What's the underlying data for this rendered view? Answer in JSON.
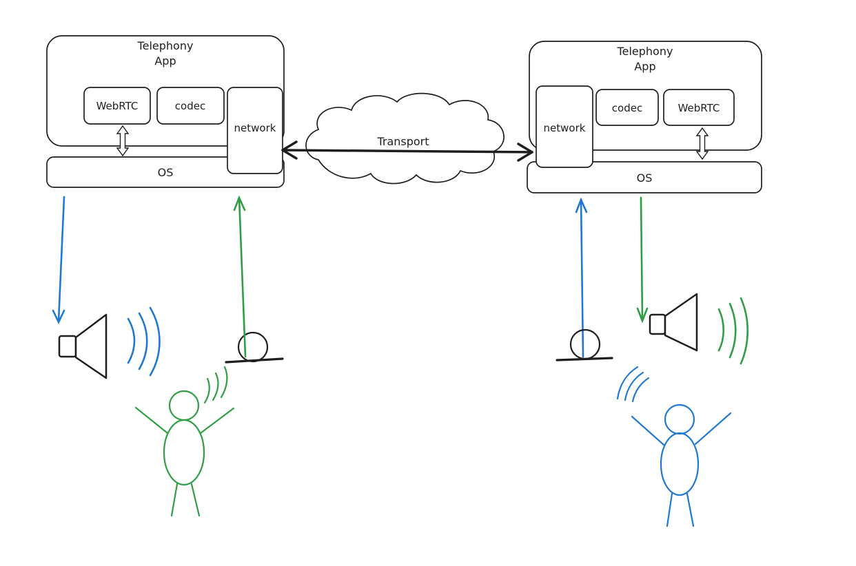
{
  "colors": {
    "stroke": "#1e1e1e",
    "blue": "#1f78d1",
    "green": "#2f9e44",
    "background": "#ffffff"
  },
  "diagram": {
    "transport_label": "Transport",
    "left_app": {
      "title": [
        "Telephony",
        "App"
      ],
      "webrtc": "WebRTC",
      "codec": "codec",
      "network": "network",
      "os": "OS"
    },
    "right_app": {
      "title": [
        "Telephony",
        "App"
      ],
      "network": "network",
      "codec": "codec",
      "webrtc": "WebRTC",
      "os": "OS"
    }
  }
}
